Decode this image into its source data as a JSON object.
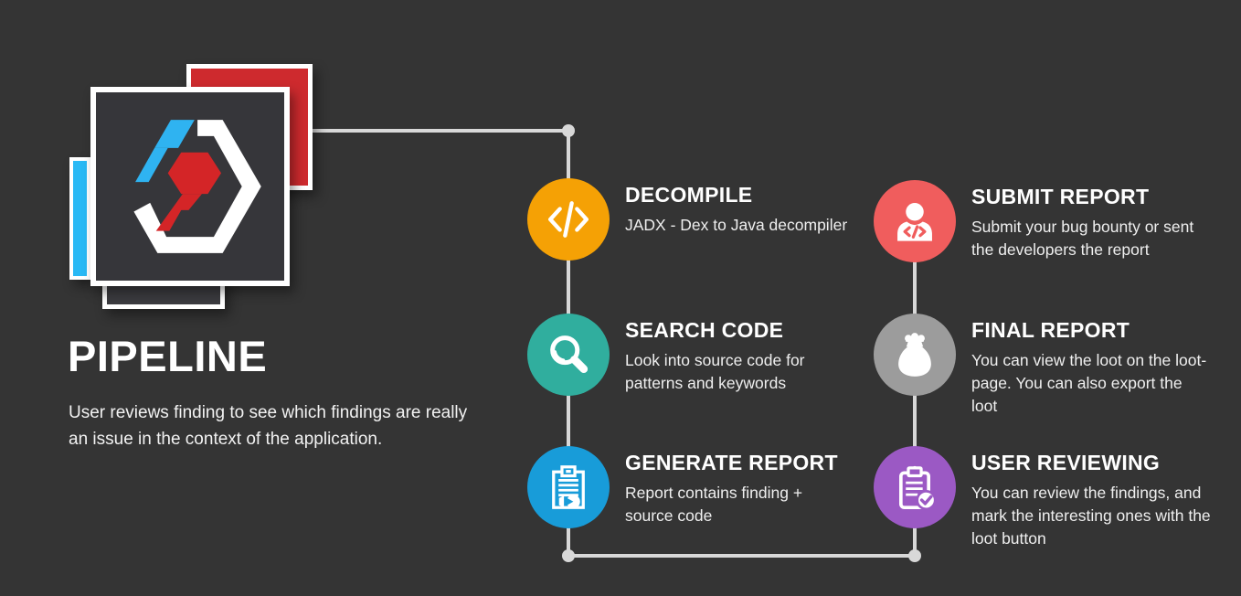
{
  "title": "PIPELINE",
  "subtitle": "User reviews finding to see which findings are really an issue in the context of the application.",
  "steps": [
    {
      "id": "decompile",
      "title": "DECOMPILE",
      "description": "JADX - Dex to Java decompiler",
      "color": "#f5a105",
      "icon": "code-icon"
    },
    {
      "id": "search-code",
      "title": "SEARCH CODE",
      "description": "Look into source code for patterns and keywords",
      "color": "#30ae9e",
      "icon": "search-icon"
    },
    {
      "id": "generate-report",
      "title": "GENERATE REPORT",
      "description": "Report contains finding + source code",
      "color": "#189cd9",
      "icon": "report-icon"
    },
    {
      "id": "submit-report",
      "title": "SUBMIT REPORT",
      "description": "Submit your bug bounty or sent the developers the report",
      "color": "#f05d5d",
      "icon": "person-icon"
    },
    {
      "id": "final-report",
      "title": "FINAL REPORT",
      "description": "You can view the loot on the loot-page. You can also export the loot",
      "color": "#9c9c9c",
      "icon": "money-bag-icon"
    },
    {
      "id": "user-reviewing",
      "title": "USER REVIEWING",
      "description": "You can review the findings, and mark the interesting ones with the loot button",
      "color": "#9b59c4",
      "icon": "clipboard-check-icon"
    }
  ],
  "colors": {
    "background": "#343434",
    "connector": "#d8d8d8",
    "logo_card_red": "#ce2a2e",
    "logo_card_cyan": "#29b9f5",
    "logo_hex_red": "#d42527",
    "logo_hex_blue": "#2fb3f1",
    "text": "#efefef"
  }
}
